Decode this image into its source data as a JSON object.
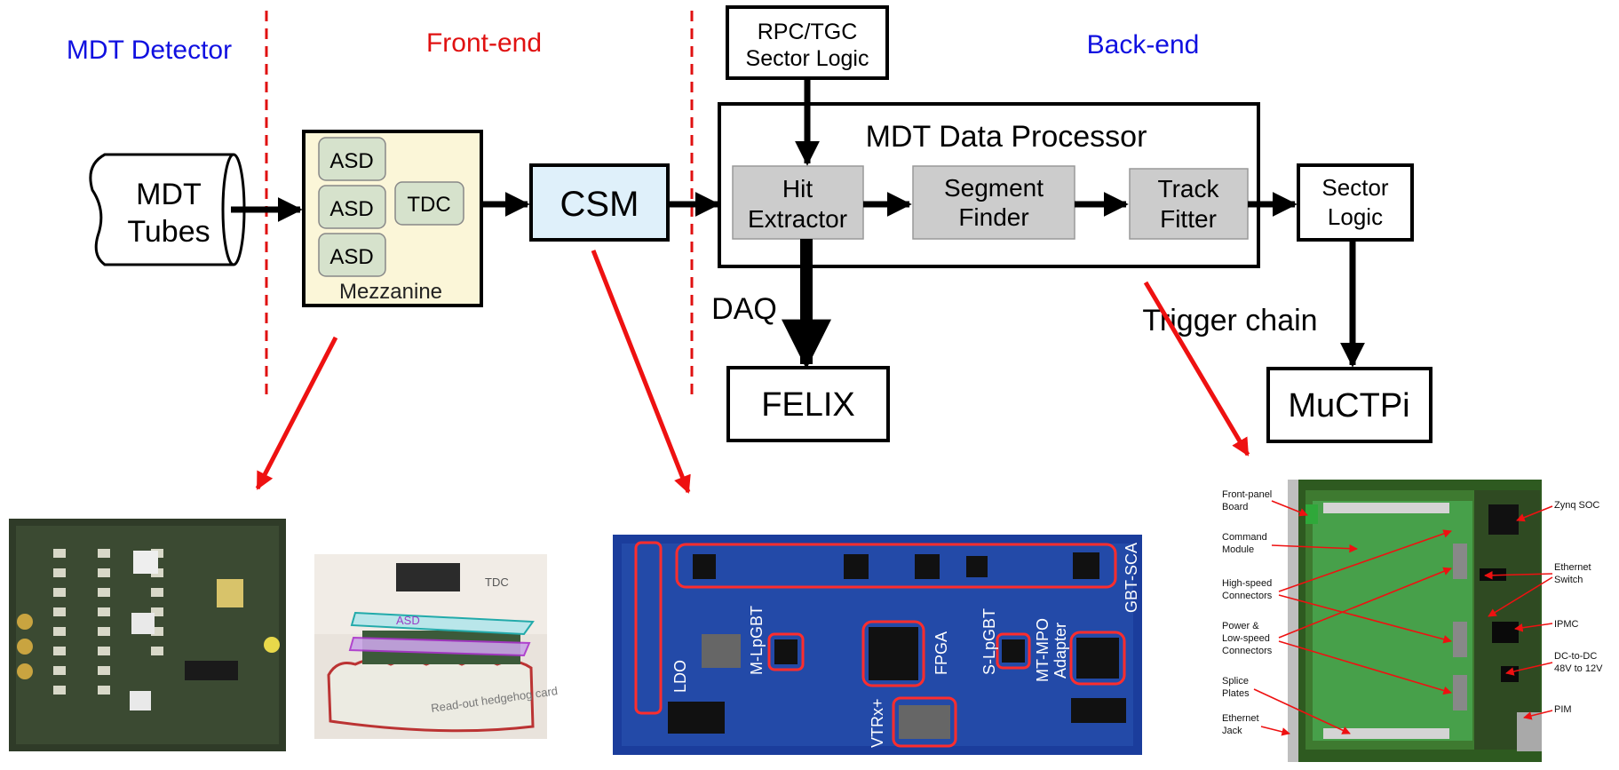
{
  "sections": {
    "mdt_detector": "MDT Detector",
    "front_end": "Front-end",
    "back_end": "Back-end"
  },
  "colors": {
    "section_blue": "#1010e0",
    "section_red": "#e01010",
    "arrow_red": "#ee1111",
    "mezzanine_fill": "#fbf6d8",
    "asd_fill": "#d6e2cc",
    "csm_fill": "#dff0fa",
    "block_gray": "#cccccc",
    "pcb_blue": "#1b3d9c",
    "pcb_green": "#3e7a30"
  },
  "blocks": {
    "mdt_tubes": [
      "MDT",
      "Tubes"
    ],
    "asd": "ASD",
    "tdc": "TDC",
    "mezzanine": "Mezzanine",
    "csm": "CSM",
    "sector_logic_rpc": [
      "RPC/TGC",
      "Sector Logic"
    ],
    "data_processor": "MDT Data Processor",
    "hit_extractor": [
      "Hit",
      "Extractor"
    ],
    "segment_finder": [
      "Segment",
      "Finder"
    ],
    "track_fitter": [
      "Track",
      "Fitter"
    ],
    "sector_logic": [
      "Sector",
      "Logic"
    ],
    "daq": "DAQ",
    "felix": "FELIX",
    "trigger_chain": "Trigger chain",
    "muctpi": "MuCTPi"
  },
  "csm_board": {
    "labels": [
      "LDO",
      "M-LpGBT",
      "VTRx+",
      "FPGA",
      "S-LpGBT",
      "MT-MPO Adapter",
      "GBT-SCA"
    ],
    "mt_mpo_lines": [
      "MT-MPO",
      "Adapter"
    ]
  },
  "hedgehog_photo": {
    "tdc_label": "TDC",
    "asd_label": "ASD",
    "card_label": "Read-out hedgehog card"
  },
  "processor_board": {
    "left_labels": [
      [
        "Front-panel",
        "Board"
      ],
      [
        "Command",
        "Module"
      ],
      [
        "High-speed",
        "Connectors"
      ],
      [
        "Power &",
        "Low-speed",
        "Connectors"
      ],
      [
        "Splice",
        "Plates"
      ],
      [
        "Ethernet",
        "Jack"
      ]
    ],
    "right_labels": [
      [
        "Zynq SOC"
      ],
      [
        "Ethernet",
        "Switch"
      ],
      [
        "IPMC"
      ],
      [
        "DC-to-DC",
        "48V to 12V"
      ],
      [
        "PIM"
      ]
    ]
  }
}
